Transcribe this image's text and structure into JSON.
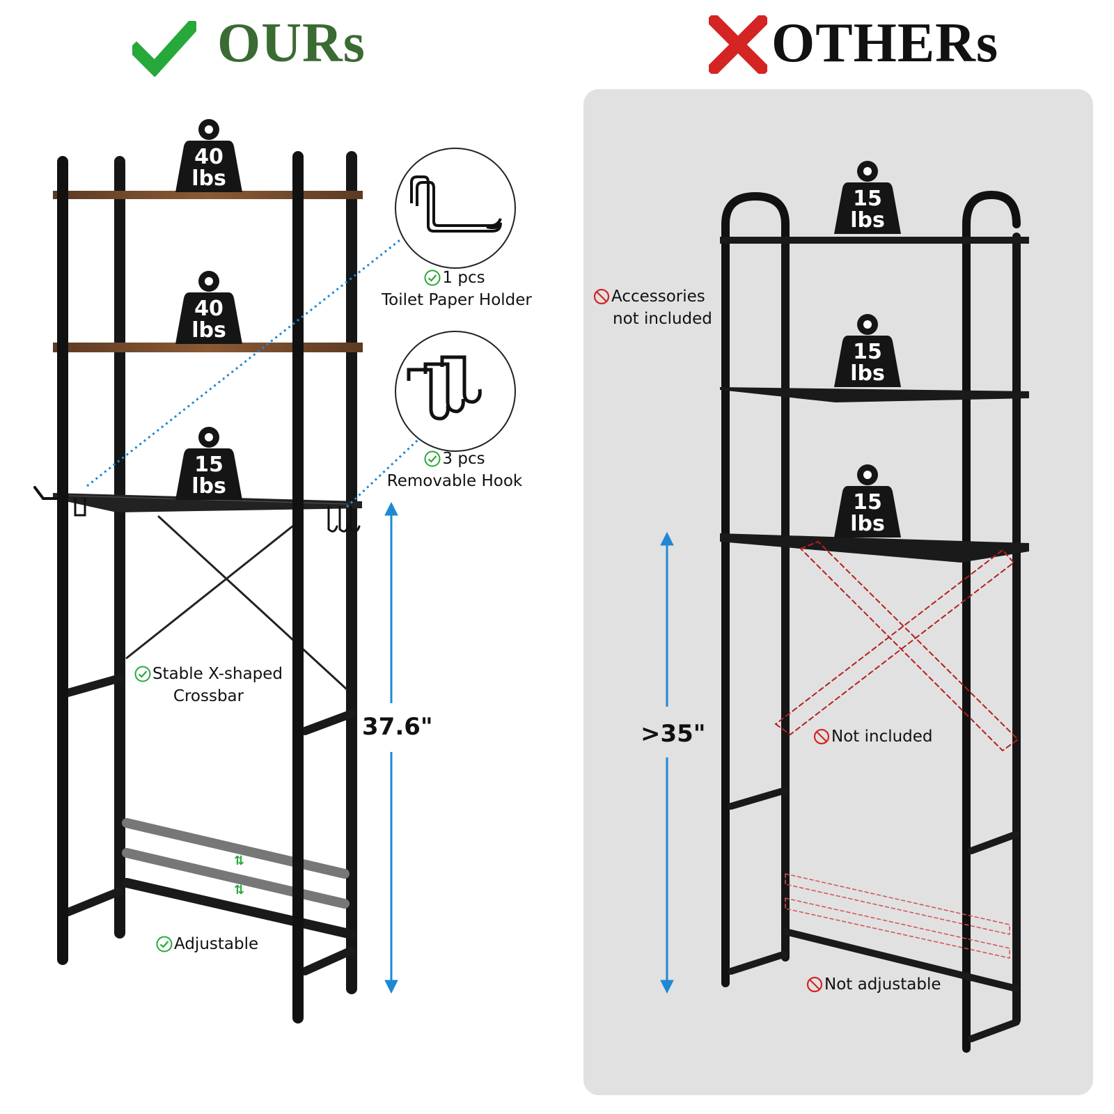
{
  "ours": {
    "title": "OURs",
    "weights": [
      {
        "line1": "40",
        "line2": "lbs"
      },
      {
        "line1": "40",
        "line2": "lbs"
      },
      {
        "line1": "15",
        "line2": "lbs"
      }
    ],
    "features": {
      "toilet_paper_qty": "1 pcs",
      "toilet_paper_name": "Toilet Paper Holder",
      "hook_qty": "3 pcs",
      "hook_name": "Removable Hook",
      "crossbar_line1": "Stable X-shaped",
      "crossbar_line2": "Crossbar",
      "adjustable": "Adjustable"
    },
    "height": "37.6\"",
    "adjust_arrows": [
      "⇅",
      "⇅"
    ]
  },
  "others": {
    "title": "OTHERs",
    "weights": [
      {
        "line1": "15",
        "line2": "lbs"
      },
      {
        "line1": "15",
        "line2": "lbs"
      },
      {
        "line1": "15",
        "line2": "lbs"
      }
    ],
    "accessories_line1": "Accessories",
    "accessories_line2": "not included",
    "crossbar_note": "Not included",
    "adjust_note": "Not adjustable",
    "height": ">35\""
  },
  "colors": {
    "ours_green": "#3a6b32",
    "check_green": "#27a83a",
    "cross_red": "#d42424",
    "wood": "#7a4a2a",
    "arrow_blue": "#1e88d4",
    "panel_gray": "#e1e1e1"
  },
  "icons": [
    "check-icon",
    "cross-icon",
    "weight-icon",
    "check-circle-icon",
    "prohibited-icon",
    "toilet-paper-holder-icon",
    "hooks-icon"
  ]
}
